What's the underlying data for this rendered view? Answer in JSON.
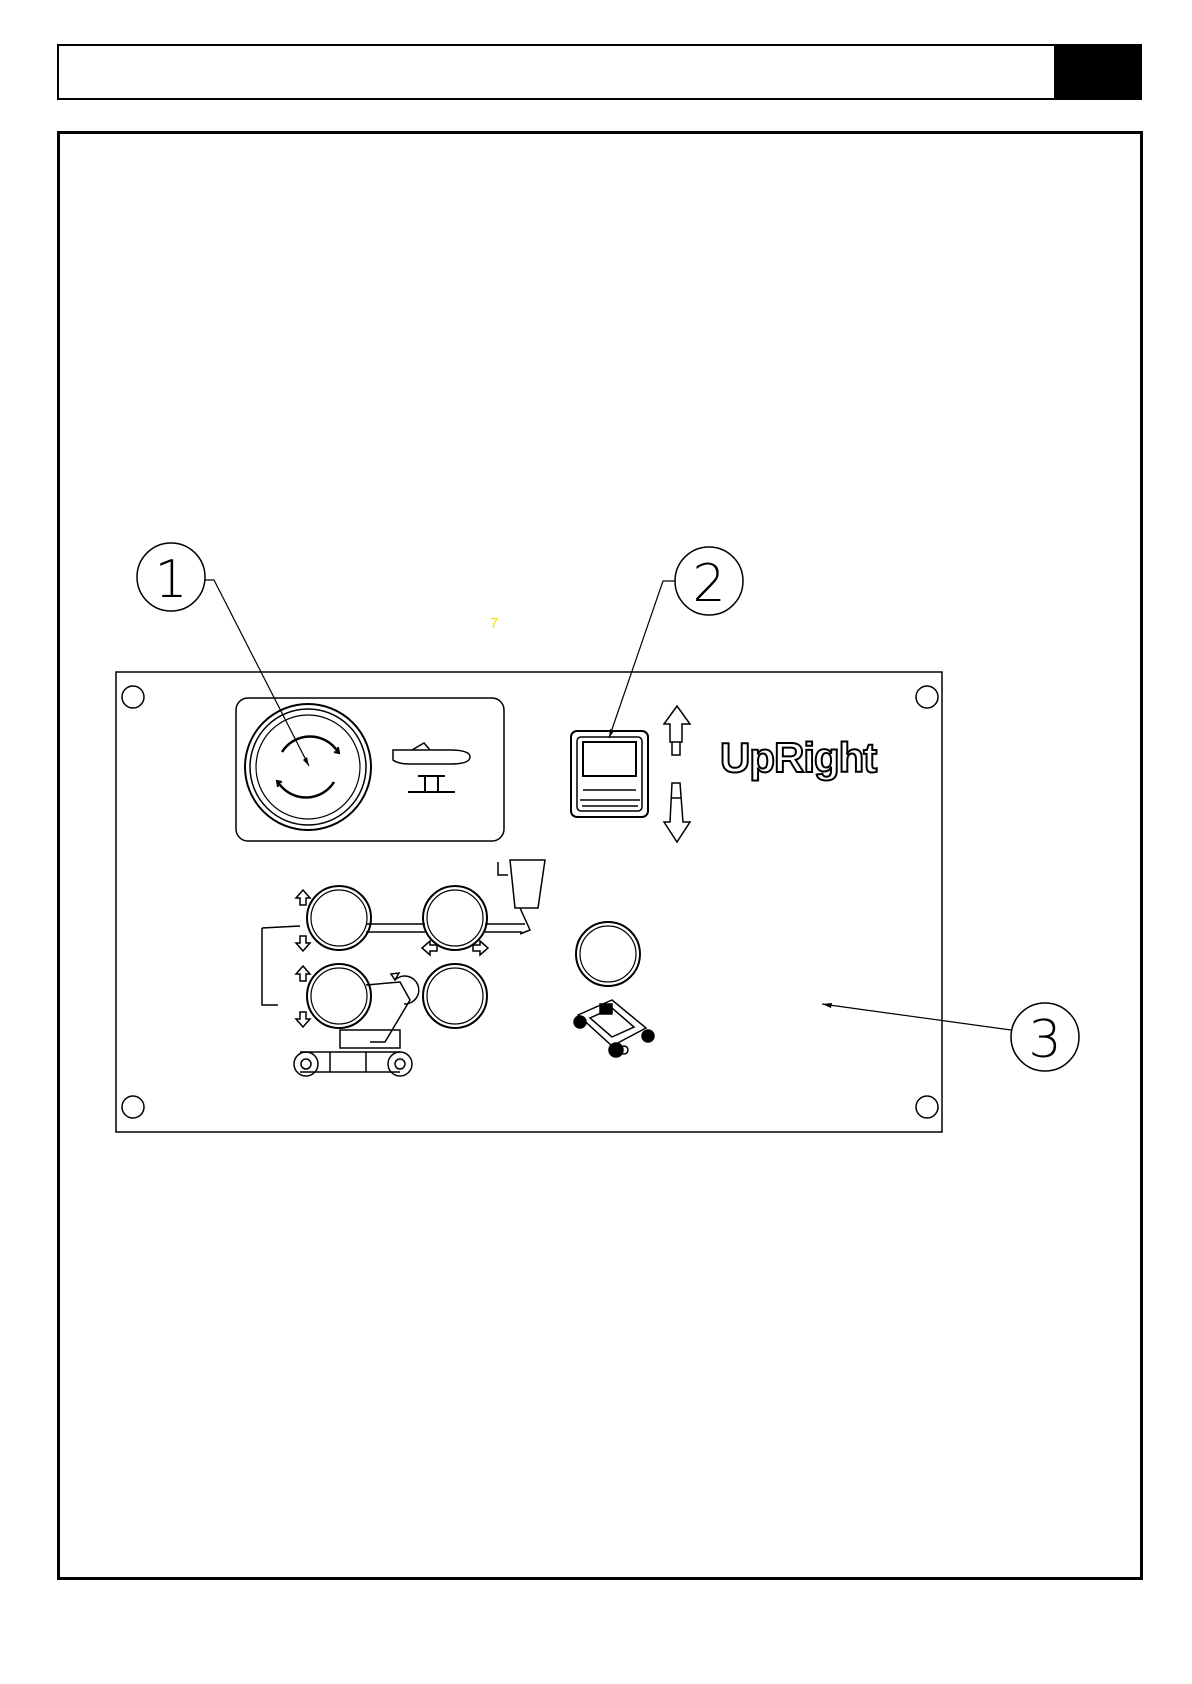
{
  "header": {
    "title": ""
  },
  "diagram": {
    "marker_text": "7",
    "brand_logo": "UpRight",
    "callouts": [
      {
        "label": "1"
      },
      {
        "label": "2"
      },
      {
        "label": "3"
      }
    ]
  },
  "colors": {
    "line": "#000000",
    "marker": "#f5e000",
    "background": "#ffffff"
  },
  "icons": [
    "emergency-stop-icon",
    "hand-press-icon",
    "rocker-switch-icon",
    "arrow-up-icon",
    "arrow-down-icon",
    "boom-lift-icon",
    "drive-chassis-icon"
  ]
}
